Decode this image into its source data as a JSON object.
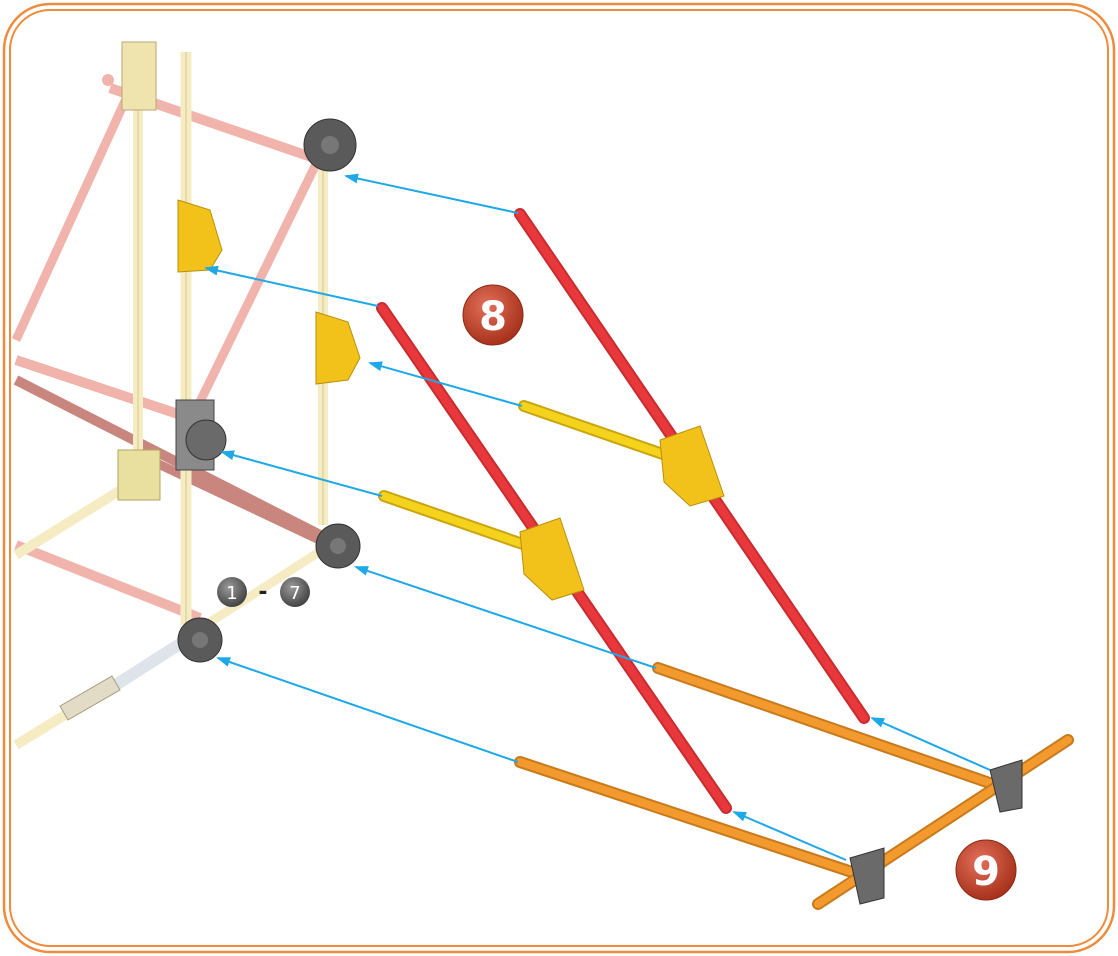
{
  "steps": [
    {
      "number": "8",
      "color": "#c24a2c"
    },
    {
      "number": "9",
      "color": "#c24a2c"
    }
  ],
  "previous_steps_ref": {
    "from": "1",
    "separator": "-",
    "to": "7"
  },
  "colors": {
    "frame_border": "#f08a3c",
    "arrow": "#1fa8e8",
    "red_rod": "#e8383c",
    "yellow_rod": "#f5d21c",
    "orange_rod": "#f29a2e",
    "beige_rod": "#f6ecc4",
    "pink_rod": "#f0b4ac",
    "dark_connector": "#5a5a5a",
    "yellow_connector": "#f2c21a"
  },
  "icons": [
    "arrow-icon",
    "connector-icon",
    "rod-icon"
  ]
}
